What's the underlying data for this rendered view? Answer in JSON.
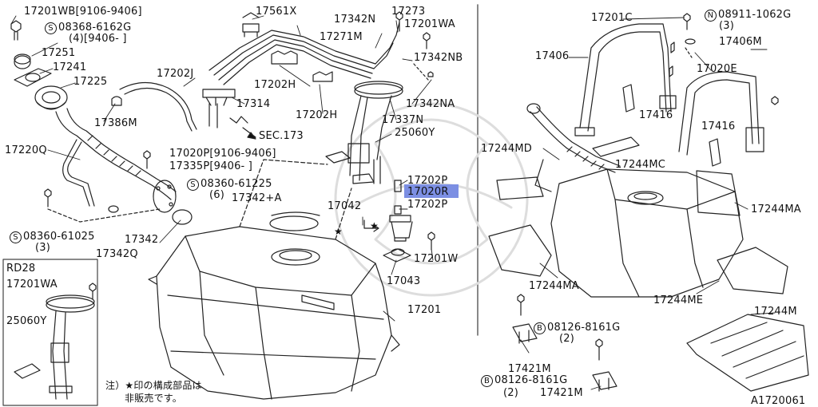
{
  "diagram_id": "A1720061",
  "highlight_color": "#7c8fe3",
  "star_symbol": "★",
  "circle_marks": {
    "s": "S",
    "n": "N",
    "b": "B"
  },
  "labels": {
    "p17201wb": "17201WB[9106-9406]",
    "p08368": "08368-6162G",
    "p08368_qty": "(4)[9406-    ]",
    "p17251": "17251",
    "p17241": "17241",
    "p17225": "17225",
    "p17386m": "17386M",
    "p17220q": "17220Q",
    "p08360_61225": "08360-61225",
    "p08360_61225_qty": "(6)",
    "p08360_61025": "08360-61025",
    "p08360_61025_qty": "(3)",
    "p17342": "17342",
    "p17342q": "17342Q",
    "p17561x": "17561X",
    "p17342n": "17342N",
    "p17273": "17273",
    "p17271m": "17271M",
    "p17201wa": "17201WA",
    "p17342nb": "17342NB",
    "p17202j": "17202J",
    "p17202h_1": "17202H",
    "p17202h_2": "17202H",
    "p17314": "17314",
    "p17342na": "17342NA",
    "p17337n": "17337N",
    "sec173": "SEC.173",
    "p25060y": "25060Y",
    "p17020p": "17020P[9106-9406]",
    "p17335p": "17335P[9406-    ]",
    "p17202p_1": "17202P",
    "p17020r": "17020R",
    "p17202p_2": "17202P",
    "p17342a": "17342+A",
    "p17042": "17042",
    "p17201w": "17201W",
    "p17043": "17043",
    "p17201": "17201",
    "rd28": "RD28",
    "rd_17201wa": "17201WA",
    "rd_25060y": "25060Y",
    "note_line1": "注）★印の構成部品は",
    "note_line2": "非販売です。",
    "p17201c": "17201C",
    "p08911": "08911-1062G",
    "p08911_qty": "(3)",
    "p17406": "17406",
    "p17406m": "17406M",
    "p17020e": "17020E",
    "p17416_1": "17416",
    "p17416_2": "17416",
    "p17244md": "17244MD",
    "p17244mc": "17244MC",
    "p17244ma_1": "17244MA",
    "p17244ma_2": "17244MA",
    "p17244me": "17244ME",
    "p17244m": "17244M",
    "p08126_1": "08126-8161G",
    "p08126_1_qty": "(2)",
    "p17421m_1": "17421M",
    "p08126_2": "08126-8161G",
    "p08126_2_qty": "(2)",
    "p17421m_2": "17421M"
  }
}
